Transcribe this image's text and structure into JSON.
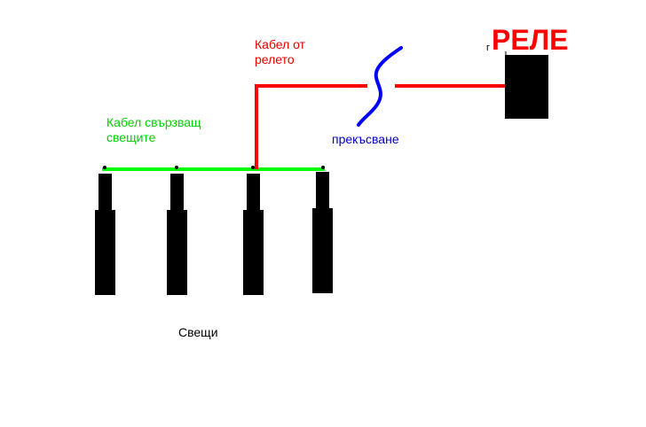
{
  "labels": {
    "relay_cable": "Кабел от\nрелето",
    "relay": "РЕЛЕ",
    "relay_mark": "г",
    "break": "прекъсване",
    "plugs_cable": "Кабел свързващ\nсвещите",
    "plugs": "Свещи"
  },
  "colors": {
    "relay_cable": "#ff0000",
    "plugs_cable": "#00ff00",
    "break": "#0000ff",
    "components": "#000000"
  }
}
